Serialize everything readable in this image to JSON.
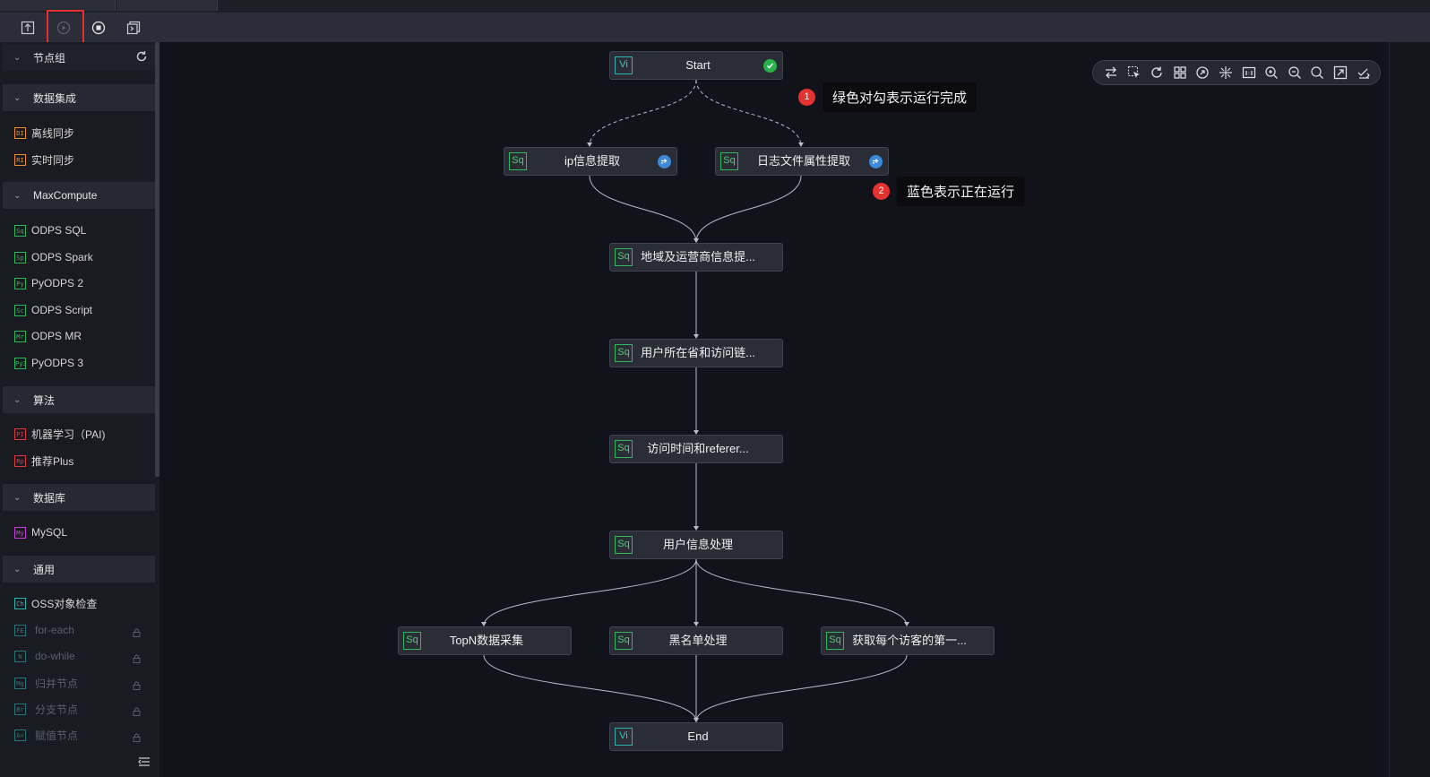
{
  "toolbar": {
    "buttons": [
      {
        "name": "submit-icon",
        "label": "submit"
      },
      {
        "name": "run-icon",
        "label": "run"
      },
      {
        "name": "stop-icon",
        "label": "stop"
      },
      {
        "name": "rerun-icon",
        "label": "rerun"
      }
    ]
  },
  "sidebar": {
    "header": {
      "label": "节点组",
      "refresh_icon": "refresh-icon"
    },
    "groups": [
      {
        "label": "数据集成",
        "items": [
          {
            "icon": "DI",
            "label": "离线同步",
            "color": "#e8912d"
          },
          {
            "icon": "RI",
            "label": "实时同步",
            "color": "#e8912d"
          }
        ]
      },
      {
        "label": "MaxCompute",
        "items": [
          {
            "icon": "Sq",
            "label": "ODPS SQL",
            "color": "#2fb85a"
          },
          {
            "icon": "Sp",
            "label": "ODPS Spark",
            "color": "#2fb85a"
          },
          {
            "icon": "Py",
            "label": "PyODPS 2",
            "color": "#2fb85a"
          },
          {
            "icon": "Sc",
            "label": "ODPS Script",
            "color": "#2fb85a"
          },
          {
            "icon": "Mr",
            "label": "ODPS MR",
            "color": "#2fb85a"
          },
          {
            "icon": "Py3",
            "label": "PyODPS 3",
            "color": "#2fb85a"
          }
        ]
      },
      {
        "label": "算法",
        "items": [
          {
            "icon": "PI",
            "label": "机器学习（PAI)",
            "color": "#e0393b"
          },
          {
            "icon": "Rp",
            "label": "推荐Plus",
            "color": "#e0393b"
          }
        ]
      },
      {
        "label": "数据库",
        "items": [
          {
            "icon": "My",
            "label": "MySQL",
            "color": "#c046c9"
          }
        ]
      },
      {
        "label": "通用",
        "items": [
          {
            "icon": "Ch",
            "label": "OSS对象检查",
            "color": "#2bb5b0",
            "locked": false
          },
          {
            "icon": "FE",
            "label": "for-each",
            "color": "#2bb5b0",
            "locked": true
          },
          {
            "icon": "N",
            "label": "do-while",
            "color": "#2bb5b0",
            "locked": true
          },
          {
            "icon": "Mg",
            "label": "归并节点",
            "color": "#2bb5b0",
            "locked": true
          },
          {
            "icon": "Br",
            "label": "分支节点",
            "color": "#2bb5b0",
            "locked": true
          },
          {
            "icon": "A=",
            "label": "赋值节点",
            "color": "#2bb5b0",
            "locked": true
          }
        ]
      }
    ]
  },
  "nodes": [
    {
      "id": "start",
      "icon": "Vi",
      "label": "Start",
      "status": "success"
    },
    {
      "id": "ip",
      "icon": "Sq",
      "label": "ip信息提取",
      "status": "running"
    },
    {
      "id": "log",
      "icon": "Sq",
      "label": "日志文件属性提取",
      "status": "running"
    },
    {
      "id": "region",
      "icon": "Sq",
      "label": "地域及运营商信息提...",
      "status": ""
    },
    {
      "id": "province",
      "icon": "Sq",
      "label": "用户所在省和访问链...",
      "status": ""
    },
    {
      "id": "time",
      "icon": "Sq",
      "label": "访问时间和referer...",
      "status": ""
    },
    {
      "id": "user",
      "icon": "Sq",
      "label": "用户信息处理",
      "status": ""
    },
    {
      "id": "topn",
      "icon": "Sq",
      "label": "TopN数据采集",
      "status": ""
    },
    {
      "id": "black",
      "icon": "Sq",
      "label": "黑名单处理",
      "status": ""
    },
    {
      "id": "first",
      "icon": "Sq",
      "label": "获取每个访客的第一...",
      "status": ""
    },
    {
      "id": "end",
      "icon": "Vi",
      "label": "End",
      "status": ""
    }
  ],
  "annotations": [
    {
      "num": "1",
      "text": "绿色对勾表示运行完成"
    },
    {
      "num": "2",
      "text": "蓝色表示正在运行"
    }
  ],
  "canvas_toolbar": [
    "swap-icon",
    "select-icon",
    "refresh-icon",
    "grid-layout-icon",
    "center-icon",
    "spread-icon",
    "fit-1to1-icon",
    "zoom-in-icon",
    "zoom-out-icon",
    "search-icon",
    "fullscreen-icon",
    "check-edit-icon"
  ],
  "colors": {
    "success": "#28b24b",
    "running": "#3b8ad9",
    "accent_red": "#e3302f"
  }
}
